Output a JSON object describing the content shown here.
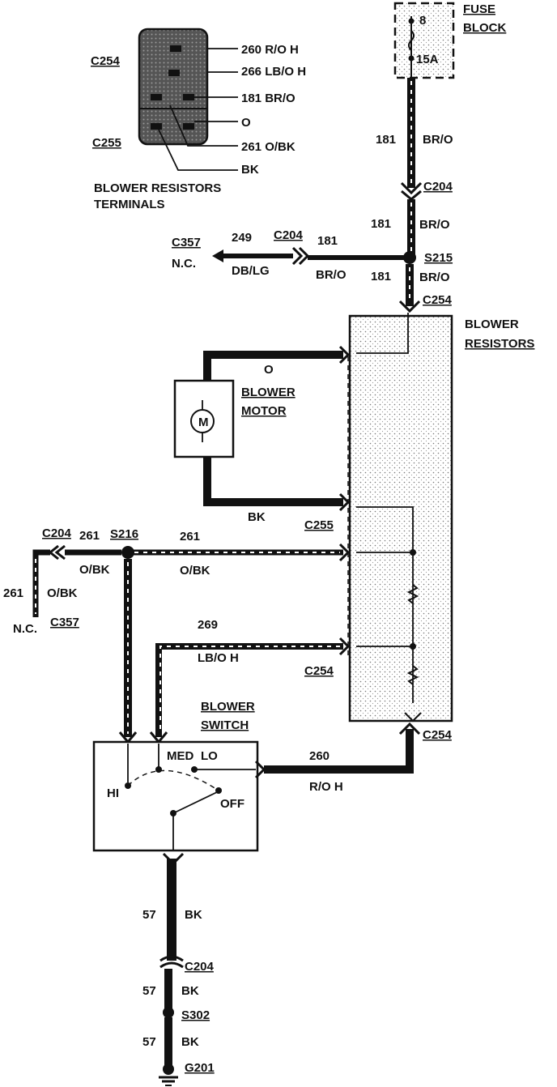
{
  "fuse_block": {
    "label_line1": "FUSE",
    "label_line2": "BLOCK",
    "fuse_number": "8",
    "fuse_rating": "15A"
  },
  "connector_view": {
    "c254": "C254",
    "c255": "C255",
    "pins": [
      "260 R/O H",
      "266 LB/O H",
      "181 BR/O",
      "O",
      "261 O/BK",
      "BK"
    ],
    "caption_line1": "BLOWER RESISTORS",
    "caption_line2": "TERMINALS"
  },
  "feed": {
    "wire_top_num": "181",
    "wire_top_color": "BR/O",
    "c204": "C204",
    "wire_mid_num": "181",
    "wire_mid_color": "BR/O",
    "splice": "S215",
    "wire_low_num": "181",
    "wire_low_color": "BR/O",
    "c254_top": "C254"
  },
  "branch_249": {
    "c357": "C357",
    "nc": "N.C.",
    "wire_num": "249",
    "wire_color": "DB/LG",
    "c204": "C204",
    "wire181_num": "181",
    "wire181_color": "BR/O"
  },
  "blower_resistors": {
    "line1": "BLOWER",
    "line2": "RESISTORS"
  },
  "blower_motor": {
    "line1": "BLOWER",
    "line2": "MOTOR",
    "symbol": "M",
    "wire_top_color": "O",
    "wire_bottom_color": "BK",
    "c255": "C255"
  },
  "branch_261": {
    "c204": "C204",
    "wire_num_left": "261",
    "splice": "S216",
    "wire_num_right": "261",
    "color_left": "O/BK",
    "color_right": "O/BK",
    "vert_num": "261",
    "vert_color": "O/BK",
    "nc": "N.C.",
    "c357": "C357"
  },
  "wire_269": {
    "num": "269",
    "color": "LB/O H",
    "c254": "C254"
  },
  "blower_switch": {
    "line1": "BLOWER",
    "line2": "SWITCH",
    "hi": "HI",
    "med": "MED",
    "lo": "LO",
    "off": "OFF"
  },
  "wire_260": {
    "c254": "C254",
    "num": "260",
    "color": "R/O H"
  },
  "ground": {
    "w1_num": "57",
    "w1_color": "BK",
    "c204": "C204",
    "w2_num": "57",
    "w2_color": "BK",
    "splice": "S302",
    "w3_num": "57",
    "w3_color": "BK",
    "ground": "G201"
  }
}
